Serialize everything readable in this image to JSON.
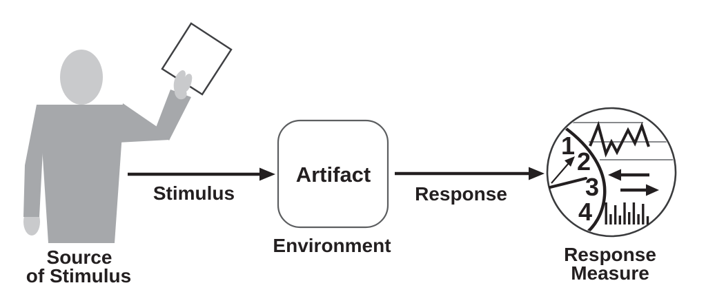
{
  "colors": {
    "ink": "#231f20",
    "figure_body_gray": "#a6a8ab",
    "figure_light_gray": "#c9cacc",
    "box_border_gray": "#5c5e60",
    "gauge_grid_gray": "#87898c",
    "background": "#ffffff"
  },
  "source": {
    "caption_line1": "Source",
    "caption_line2": "of Stimulus"
  },
  "stimulus_arrow": {
    "label": "Stimulus"
  },
  "artifact": {
    "label": "Artifact"
  },
  "environment": {
    "label": "Environment"
  },
  "response_arrow": {
    "label": "Response"
  },
  "response_measure": {
    "caption_line1": "Response",
    "caption_line2": "Measure",
    "dial_numbers": [
      "1",
      "2",
      "3",
      "4"
    ]
  }
}
